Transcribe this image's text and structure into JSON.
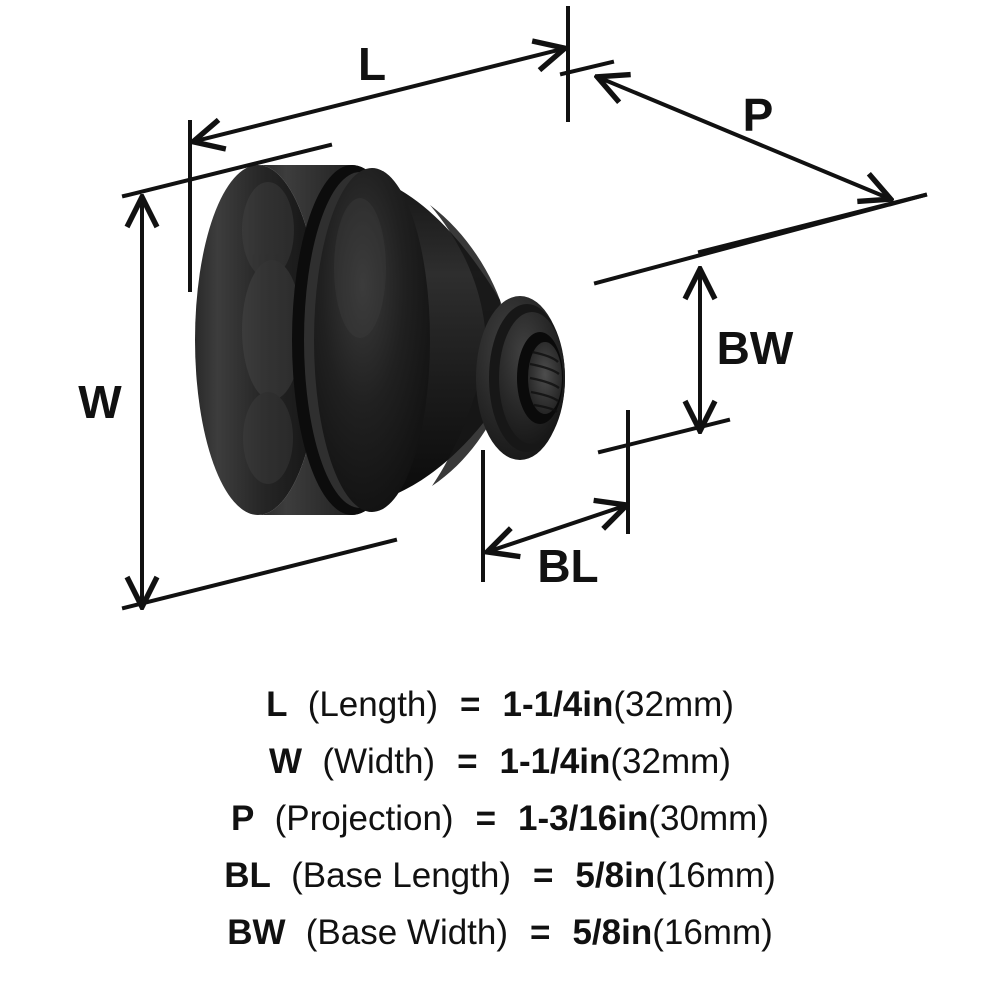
{
  "diagram": {
    "title": "Cabinet knob dimension diagram",
    "product": "round black cabinet knob with textured rim and threaded base",
    "colors": {
      "line": "#111111",
      "background": "#ffffff",
      "knob_dark": "#1a1a1a",
      "knob_mid": "#2c2c2c",
      "knob_light": "#4a4a4a",
      "thread": "#3a3a3a"
    },
    "dimension_labels": {
      "L": "L",
      "W": "W",
      "P": "P",
      "BL": "BL",
      "BW": "BW"
    }
  },
  "legend": {
    "rows": [
      {
        "abbr": "L",
        "desc": "(Length)",
        "eq": "=",
        "value_in": "1-1/4in",
        "value_mm": "(32mm)"
      },
      {
        "abbr": "W",
        "desc": "(Width)",
        "eq": "=",
        "value_in": "1-1/4in",
        "value_mm": "(32mm)"
      },
      {
        "abbr": "P",
        "desc": "(Projection)",
        "eq": "=",
        "value_in": "1-3/16in",
        "value_mm": "(30mm)"
      },
      {
        "abbr": "BL",
        "desc": "(Base Length)",
        "eq": "=",
        "value_in": "5/8in",
        "value_mm": "(16mm)"
      },
      {
        "abbr": "BW",
        "desc": "(Base Width)",
        "eq": "=",
        "value_in": "5/8in",
        "value_mm": "(16mm)"
      }
    ]
  }
}
